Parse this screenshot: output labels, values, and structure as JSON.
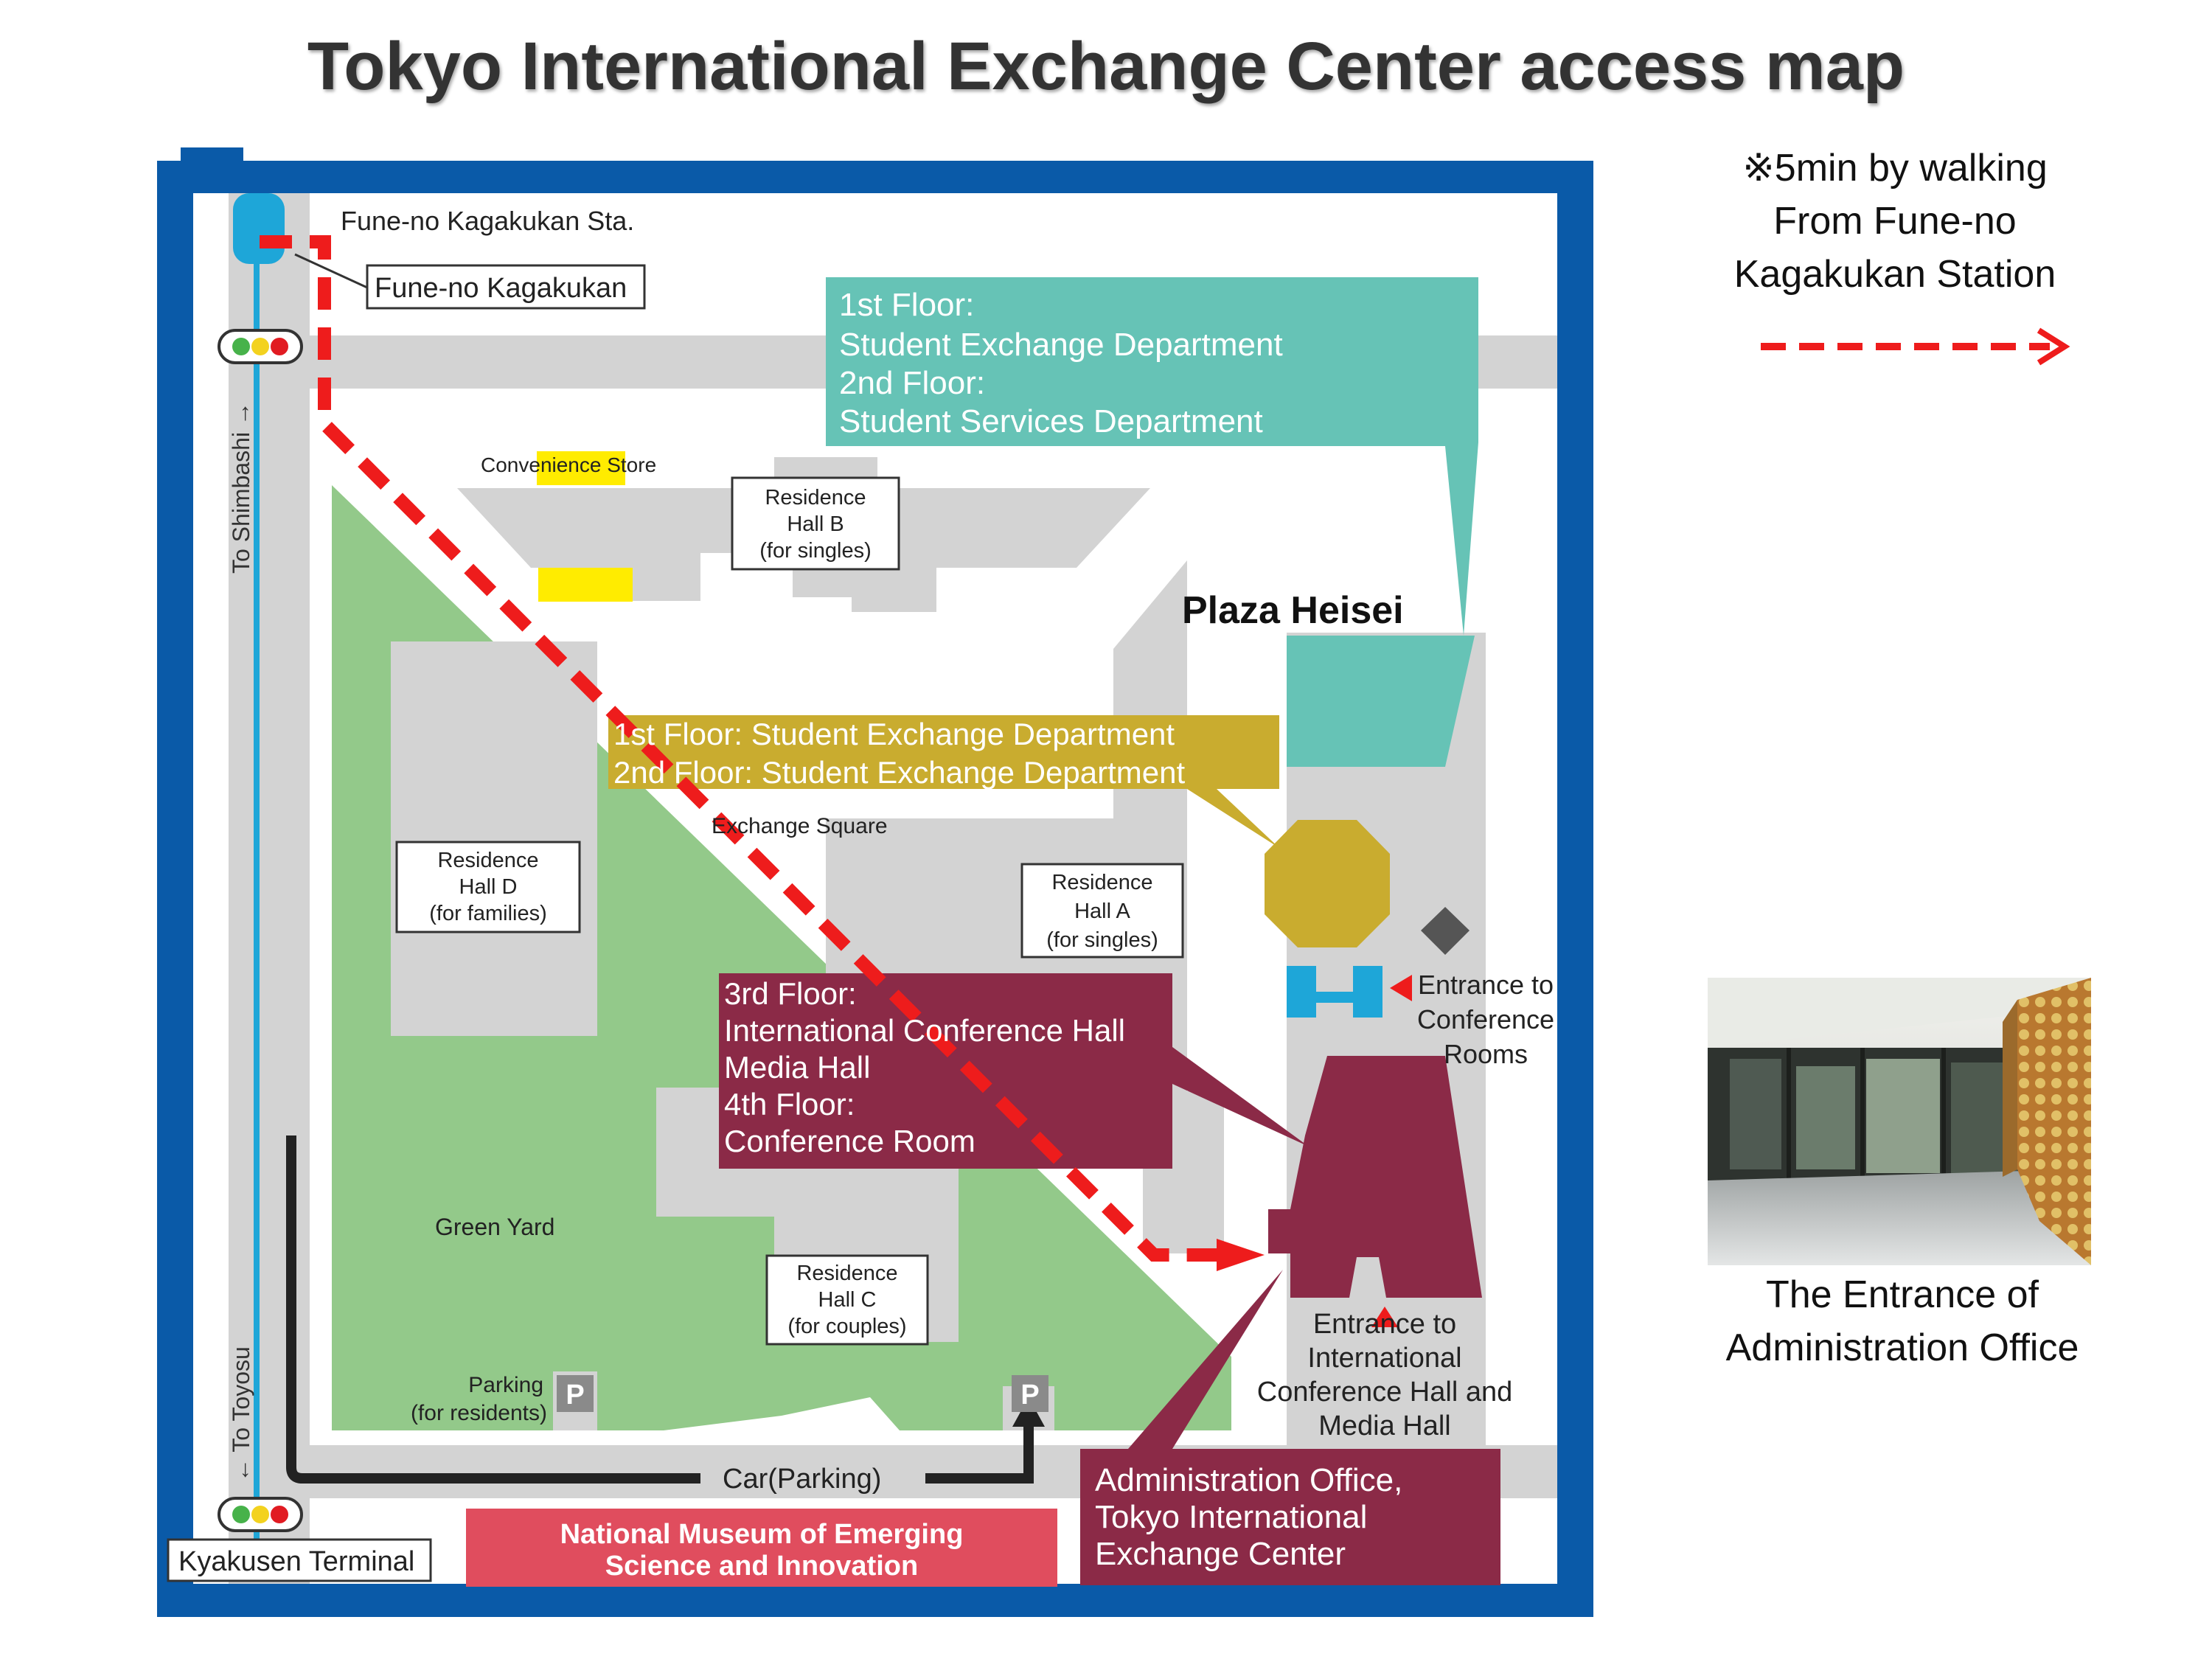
{
  "title": "Tokyo International Exchange Center access map",
  "note": {
    "line1": "※5min by walking",
    "line2": "From Fune-no",
    "line3": "Kagakukan Station"
  },
  "photo_caption": {
    "line1": "The Entrance of",
    "line2": "Administration Office"
  },
  "map": {
    "station": "Fune-no Kagakukan Sta.",
    "museum_tag": "Fune-no Kagakukan",
    "to_shimbashi": "To Shimbashi →",
    "to_toyosu": "← To Toyosu",
    "kyakusen": "Kyakusen Terminal",
    "convenience": "Convenience Store",
    "hall_b": [
      "Residence",
      "Hall B",
      "(for singles)"
    ],
    "hall_d": [
      "Residence",
      "Hall D",
      "(for families)"
    ],
    "hall_a": [
      "Residence",
      "Hall A",
      "(for singles)"
    ],
    "hall_c": [
      "Residence",
      "Hall C",
      "(for couples)"
    ],
    "plaza": "Plaza Heisei",
    "teal_box": [
      "1st Floor:",
      "Student Exchange Department",
      "2nd Floor:",
      "Student Services Department"
    ],
    "gold_box": [
      "1st Floor:  Student Exchange Department",
      "2nd Floor: Student Exchange Department"
    ],
    "exchange_square": "Exchange Square",
    "maroon_box": [
      "3rd Floor:",
      "International Conference Hall",
      "Media Hall",
      "4th Floor:",
      "Conference Room"
    ],
    "entrance_conf_rooms": [
      "Entrance to",
      "Conference",
      "Rooms"
    ],
    "entrance_intl": [
      "Entrance to",
      "International",
      "Conference Hall and",
      "Media Hall"
    ],
    "green_yard": "Green Yard",
    "parking": [
      "Parking",
      "(for residents)"
    ],
    "parking_symbol": "P",
    "car_parking": "Car(Parking)",
    "admin_box": [
      "Administration Office,",
      "Tokyo International",
      "Exchange Center"
    ],
    "national_museum": [
      "National Museum of Emerging",
      "Science and Innovation"
    ]
  },
  "colors": {
    "border_blue": "#0a5aa8",
    "teal": "#66c3b6",
    "gold": "#c9ac2f",
    "maroon": "#8b2a47",
    "green": "#93c98a",
    "route_red": "#ee1c1c",
    "pink": "#e04d5e",
    "road_gray": "#d3d3d3",
    "cyan": "#1ea6d8"
  },
  "icons": [
    "traffic-light-icon",
    "parking-icon",
    "red-triangle-icon",
    "route-arrow-icon"
  ]
}
